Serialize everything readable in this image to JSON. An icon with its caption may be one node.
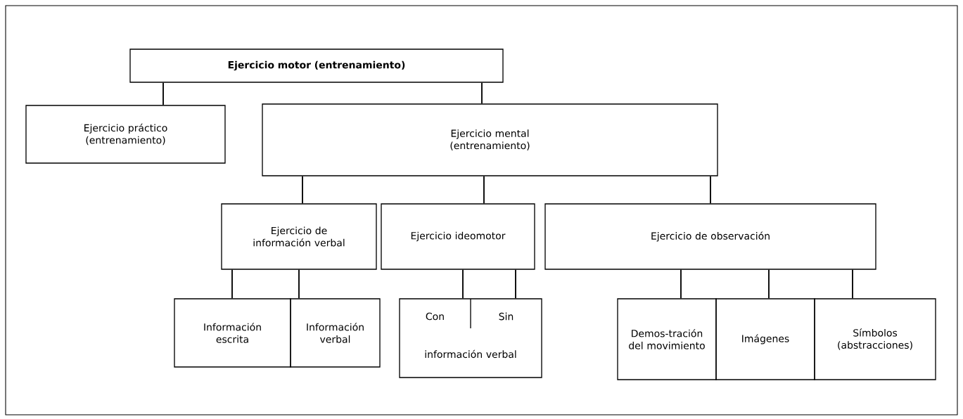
{
  "diagram": {
    "nodes": [
      {
        "text": [
          "Ejercicio motor (entrenamiento)"
        ]
      },
      {
        "text": [
          "Ejercicio práctico (entrenamiento)"
        ]
      },
      {
        "text": [
          "Ejercicio mental (entrenamiento)"
        ]
      },
      {
        "text": [
          "Ejercicio de información verbal"
        ]
      },
      {
        "text": [
          "Ejercicio ideomotor"
        ]
      },
      {
        "text": [
          "Ejercicio de observación"
        ]
      },
      {
        "text": [
          "Información escrita"
        ]
      },
      {
        "text": [
          "Información verbal"
        ]
      },
      {
        "text": [
          "Con",
          "Sin",
          "información verbal"
        ]
      },
      {
        "text": [
          "Demos-tración del movimiento"
        ]
      },
      {
        "text": [
          "Imágenes"
        ]
      },
      {
        "text": [
          "Símbolos (abstracciones)"
        ]
      }
    ],
    "edges": [
      {
        "from": 0,
        "to": 1,
        "arrow": "none"
      },
      {
        "from": 0,
        "to": 2,
        "arrow": "none"
      },
      {
        "from": 2,
        "to": 3,
        "arrow": "none"
      },
      {
        "from": 2,
        "to": 4,
        "arrow": "none"
      },
      {
        "from": 2,
        "to": 5,
        "arrow": "none"
      },
      {
        "from": 3,
        "to": 6,
        "arrow": "none"
      },
      {
        "from": 3,
        "to": 7,
        "arrow": "none"
      },
      {
        "from": 4,
        "to": 8,
        "arrow": "none"
      },
      {
        "from": 4,
        "to": 8,
        "arrow": "none"
      },
      {
        "from": 5,
        "to": 9,
        "arrow": "none"
      },
      {
        "from": 5,
        "to": 10,
        "arrow": "none"
      },
      {
        "from": 5,
        "to": 11,
        "arrow": "none"
      }
    ]
  }
}
